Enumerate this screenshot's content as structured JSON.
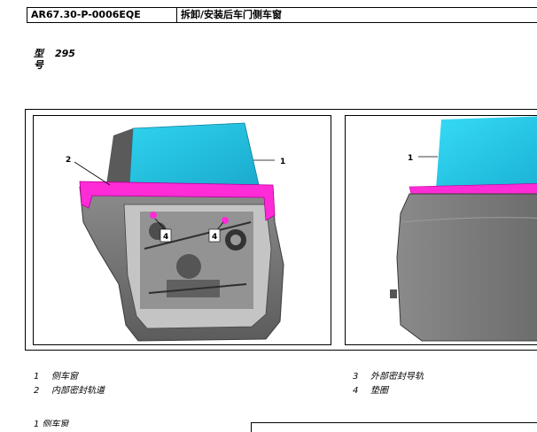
{
  "header": {
    "code": "AR67.30-P-0006EQE",
    "title": "拆卸/安装后车门侧车窗"
  },
  "model": {
    "label_1": "型",
    "label_2": "号",
    "value": "295"
  },
  "callouts": {
    "c1": "1",
    "c2": "2",
    "c4": "4",
    "c1b": "1"
  },
  "legend": [
    {
      "num": "1",
      "text": "侧车窗"
    },
    {
      "num": "2",
      "text": "内部密封轨道"
    },
    {
      "num": "3",
      "text": "外部密封导轨"
    },
    {
      "num": "4",
      "text": "垫圈"
    }
  ],
  "footer": {
    "text": "1   侧车窗"
  },
  "colors": {
    "glass": "#1ec8e6",
    "seal": "#ff2bd6",
    "door": "#7a7a7a"
  }
}
